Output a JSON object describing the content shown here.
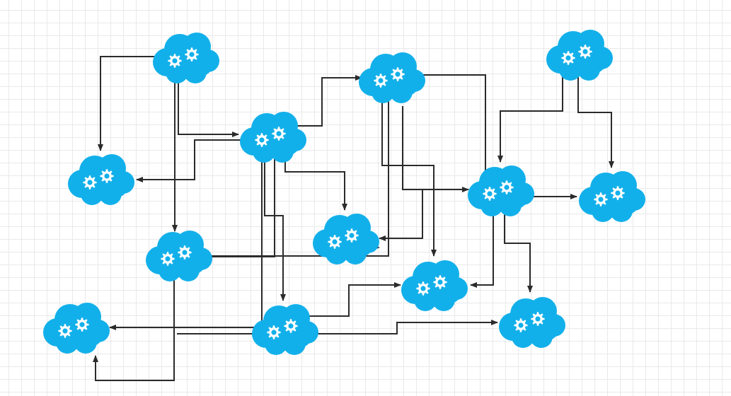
{
  "diagram": {
    "node_icon": "cloud-gear-icon",
    "colors": {
      "cloud": "#12b0ea",
      "gear": "#ffffff",
      "connector": "#2b2b2b",
      "grid": "#e9e9e9",
      "background": "#ffffff"
    },
    "nodes": [
      {
        "id": "n1"
      },
      {
        "id": "n2"
      },
      {
        "id": "n3"
      },
      {
        "id": "n4"
      },
      {
        "id": "n5"
      },
      {
        "id": "n6"
      },
      {
        "id": "n7"
      },
      {
        "id": "n8"
      },
      {
        "id": "n9"
      },
      {
        "id": "n10"
      },
      {
        "id": "n11"
      },
      {
        "id": "n12"
      },
      {
        "id": "n13"
      },
      {
        "id": "n14"
      }
    ],
    "edges": [
      {
        "id": "e1"
      },
      {
        "id": "e2"
      },
      {
        "id": "e3"
      },
      {
        "id": "e4"
      },
      {
        "id": "e5"
      },
      {
        "id": "e6"
      },
      {
        "id": "e7"
      },
      {
        "id": "e8"
      },
      {
        "id": "e9"
      },
      {
        "id": "e10"
      },
      {
        "id": "e11"
      },
      {
        "id": "e12"
      },
      {
        "id": "e13"
      },
      {
        "id": "e14"
      },
      {
        "id": "e15"
      },
      {
        "id": "e16"
      },
      {
        "id": "e17"
      },
      {
        "id": "e18"
      },
      {
        "id": "e19"
      },
      {
        "id": "e20"
      },
      {
        "id": "e21"
      },
      {
        "id": "e22"
      },
      {
        "id": "e23"
      },
      {
        "id": "e24"
      },
      {
        "id": "e25"
      },
      {
        "id": "e26"
      }
    ]
  }
}
